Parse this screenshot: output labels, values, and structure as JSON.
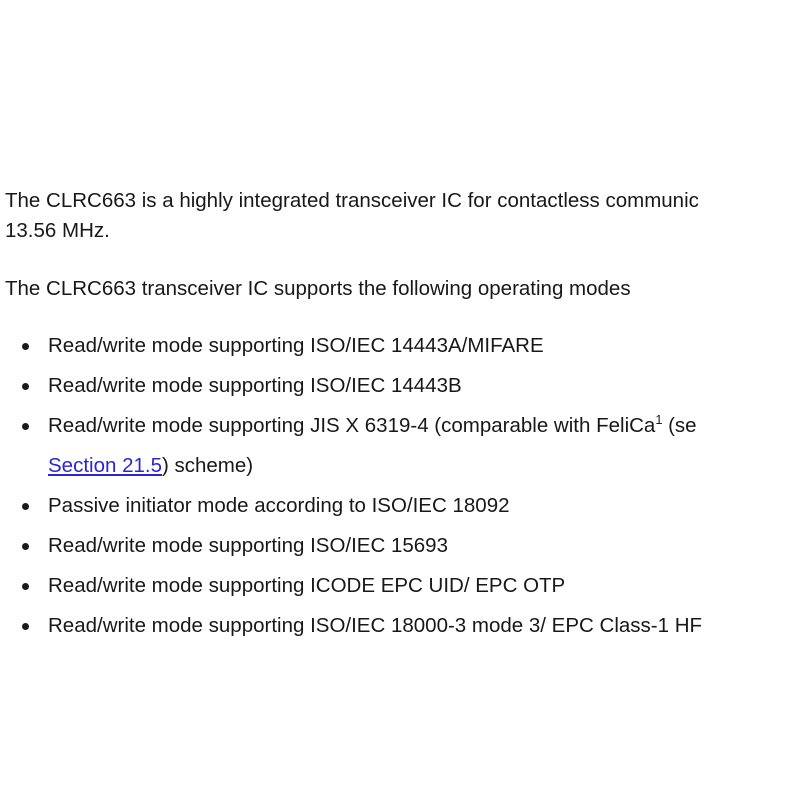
{
  "document": {
    "paragraphs": [
      {
        "id": "intro",
        "lines": [
          "The CLRC663 is a highly integrated transceiver IC for contactless communic",
          "13.56 MHz."
        ]
      },
      {
        "id": "modes-lead-in",
        "lines": [
          "The CLRC663 transceiver IC supports the following operating modes"
        ]
      }
    ],
    "bullet_glyph": "•",
    "bullets": [
      {
        "id": "iso14443a-mifare",
        "text": "Read/write mode supporting ISO/IEC 14443A/MIFARE"
      },
      {
        "id": "iso14443b",
        "text": "Read/write mode supporting ISO/IEC 14443B"
      },
      {
        "id": "jis-x-6319-4-felica",
        "text_before_sup": "Read/write mode supporting JIS X 6319-4 (comparable with FeliCa",
        "sup": "1",
        "text_after_sup": " (se",
        "wrap_link": "Section 21.5",
        "wrap_after_link": ") scheme)"
      },
      {
        "id": "iso18092-passive-initiator",
        "text": "Passive initiator mode according to ISO/IEC 18092"
      },
      {
        "id": "iso15693",
        "text": "Read/write mode supporting ISO/IEC 15693"
      },
      {
        "id": "icode-epc-uid-otp",
        "text": "Read/write mode supporting ICODE EPC UID/ EPC OTP"
      },
      {
        "id": "iso18000-3-mode3-epc-class1",
        "text": "Read/write mode supporting ISO/IEC 18000-3 mode 3/ EPC Class-1 HF"
      }
    ],
    "colors": {
      "text": "#181818",
      "link": "#2a26d6",
      "background": "#ffffff"
    }
  }
}
